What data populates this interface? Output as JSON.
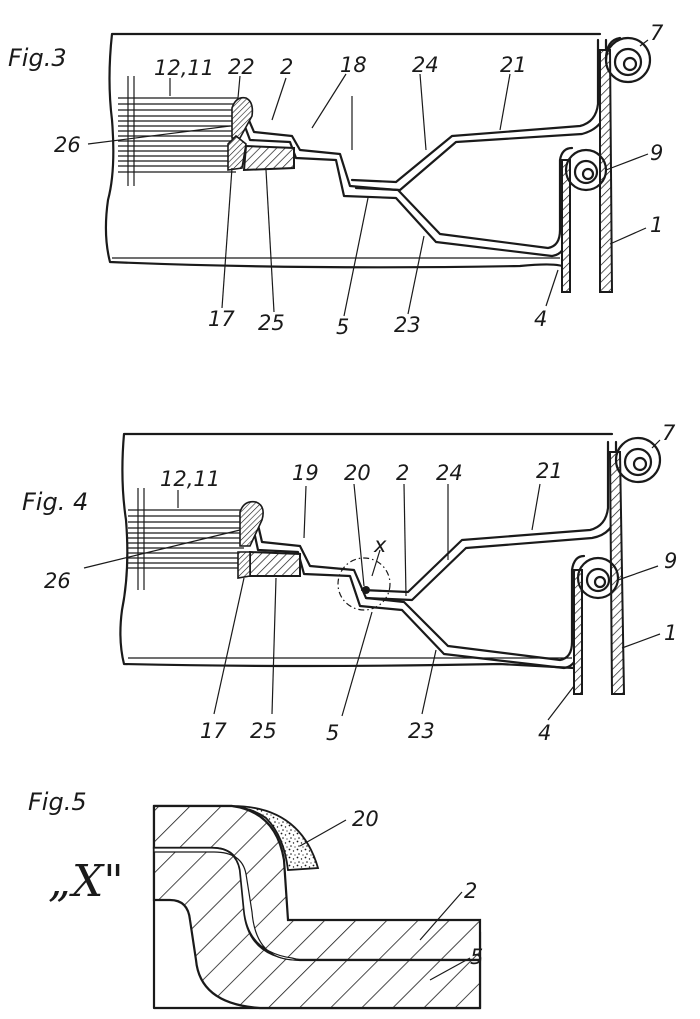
{
  "figures": {
    "fig3": {
      "title": "Fig.3",
      "labels": {
        "l_12_11": "12,11",
        "l_22": "22",
        "l_2": "2",
        "l_18": "18",
        "l_24": "24",
        "l_21": "21",
        "l_7": "7",
        "l_26": "26",
        "l_9": "9",
        "l_1": "1",
        "l_17": "17",
        "l_25": "25",
        "l_5": "5",
        "l_23": "23",
        "l_4": "4"
      }
    },
    "fig4": {
      "title": "Fig. 4",
      "labels": {
        "l_12_11": "12,11",
        "l_19": "19",
        "l_20": "20",
        "l_x": "x",
        "l_2": "2",
        "l_24": "24",
        "l_21": "21",
        "l_7": "7",
        "l_26": "26",
        "l_9": "9",
        "l_1": "1",
        "l_17": "17",
        "l_25": "25",
        "l_5": "5",
        "l_23": "23",
        "l_4": "4"
      }
    },
    "fig5": {
      "title": "Fig.5",
      "detail_mark": "„X\"",
      "labels": {
        "l_20": "20",
        "l_2": "2",
        "l_5": "5"
      }
    }
  },
  "colors": {
    "ink": "#1a1a1a",
    "paper": "#ffffff"
  }
}
